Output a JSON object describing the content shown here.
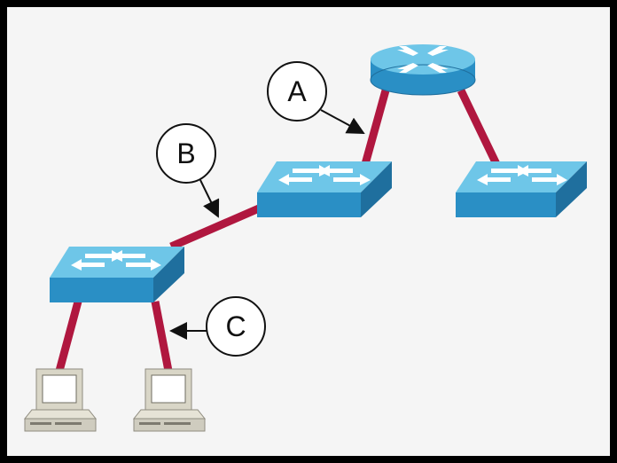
{
  "colors": {
    "frame": "#000000",
    "background": "#f5f5f5",
    "cable": "#b0173f",
    "device_top": "#6ec6e8",
    "device_front": "#2a8fc5",
    "device_side": "#1f6f9e",
    "arrow_glyph": "#ffffff",
    "pc_body": "#d9d6c7",
    "pc_screen": "#ffffff",
    "callout_stroke": "#111111"
  },
  "devices": [
    {
      "id": "router",
      "kind": "router",
      "icon": "router-icon"
    },
    {
      "id": "switch_center",
      "kind": "switch",
      "icon": "switch-icon"
    },
    {
      "id": "switch_right",
      "kind": "switch",
      "icon": "switch-icon"
    },
    {
      "id": "switch_left",
      "kind": "switch",
      "icon": "switch-icon"
    },
    {
      "id": "pc_left",
      "kind": "pc",
      "icon": "desktop-pc-icon"
    },
    {
      "id": "pc_right",
      "kind": "pc",
      "icon": "desktop-pc-icon"
    }
  ],
  "links": [
    {
      "from": "router",
      "to": "switch_center"
    },
    {
      "from": "router",
      "to": "switch_right"
    },
    {
      "from": "switch_center",
      "to": "switch_left"
    },
    {
      "from": "switch_left",
      "to": "pc_left"
    },
    {
      "from": "switch_left",
      "to": "pc_right"
    }
  ],
  "callouts": {
    "a": {
      "label": "A"
    },
    "b": {
      "label": "B"
    },
    "c": {
      "label": "C"
    }
  }
}
